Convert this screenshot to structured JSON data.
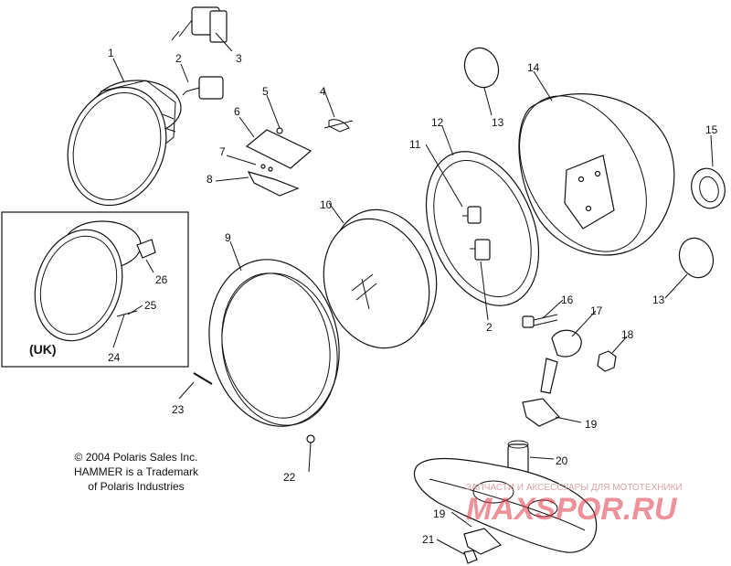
{
  "callouts": [
    {
      "id": "c1",
      "text": "1"
    },
    {
      "id": "c2a",
      "text": "2"
    },
    {
      "id": "c3",
      "text": "3"
    },
    {
      "id": "c4",
      "text": "4"
    },
    {
      "id": "c5",
      "text": "5"
    },
    {
      "id": "c6",
      "text": "6"
    },
    {
      "id": "c7",
      "text": "7"
    },
    {
      "id": "c8",
      "text": "8"
    },
    {
      "id": "c9",
      "text": "9"
    },
    {
      "id": "c10",
      "text": "10"
    },
    {
      "id": "c11",
      "text": "11"
    },
    {
      "id": "c12",
      "text": "12"
    },
    {
      "id": "c13a",
      "text": "13"
    },
    {
      "id": "c13b",
      "text": "13"
    },
    {
      "id": "c14",
      "text": "14"
    },
    {
      "id": "c15",
      "text": "15"
    },
    {
      "id": "c16",
      "text": "16"
    },
    {
      "id": "c17",
      "text": "17"
    },
    {
      "id": "c18",
      "text": "18"
    },
    {
      "id": "c19a",
      "text": "19"
    },
    {
      "id": "c19b",
      "text": "19"
    },
    {
      "id": "c20",
      "text": "20"
    },
    {
      "id": "c21",
      "text": "21"
    },
    {
      "id": "c22",
      "text": "22"
    },
    {
      "id": "c23",
      "text": "23"
    },
    {
      "id": "c24",
      "text": "24"
    },
    {
      "id": "c25",
      "text": "25"
    },
    {
      "id": "c26",
      "text": "26"
    },
    {
      "id": "c2b",
      "text": "2"
    }
  ],
  "inset_label": "(UK)",
  "copyright": {
    "line1": "© 2004 Polaris Sales Inc.",
    "line2": "HAMMER is a Trademark",
    "line3": "of Polaris Industries"
  },
  "watermark": {
    "text": "ЗАПЧАСТИ И АКСЕССУАРЫ ДЛЯ МОТОТЕХНИКИ",
    "logo": "MAXSPOR.RU"
  }
}
